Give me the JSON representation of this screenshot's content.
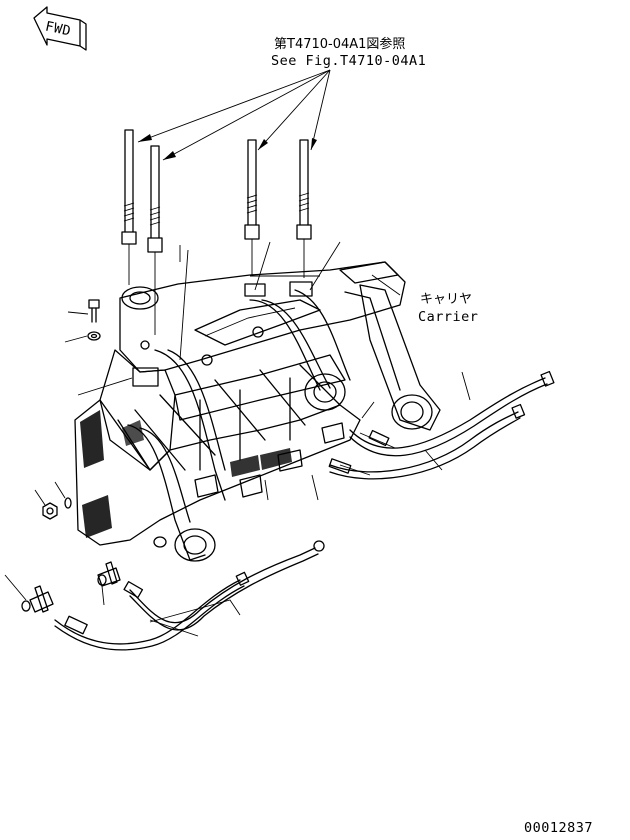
{
  "fwd_label": "FWD",
  "reference": {
    "jp": "第T4710-04A1図参照",
    "en": "See Fig.T4710-04A1"
  },
  "carrier": {
    "jp": "キャリヤ",
    "en": "Carrier"
  },
  "drawing_number": "00012837",
  "colors": {
    "line": "#000000",
    "background": "#ffffff"
  }
}
